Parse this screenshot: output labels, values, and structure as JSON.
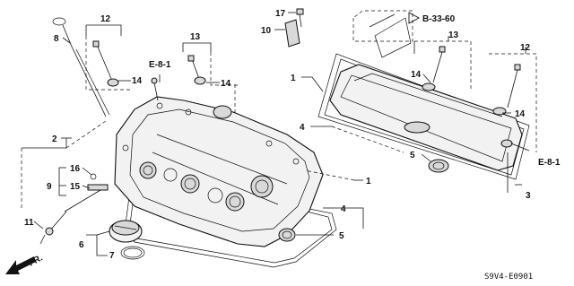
{
  "callouts": {
    "c1a": "1",
    "c1b": "1",
    "c2": "2",
    "c3": "3",
    "c4a": "4",
    "c4b": "4",
    "c5a": "5",
    "c5b": "5",
    "c6": "6",
    "c7": "7",
    "c8": "8",
    "c9": "9",
    "c10": "10",
    "c11": "11",
    "c12a": "12",
    "c12b": "12",
    "c13a": "13",
    "c13b": "13",
    "c14a": "14",
    "c14b": "14",
    "c14c": "14",
    "c14d": "14",
    "c15": "15",
    "c16": "16",
    "c17": "17"
  },
  "references": {
    "e81_left": "E-8-1",
    "e81_right": "E-8-1",
    "b3360": "B-33-60"
  },
  "direction": {
    "label": "FR."
  },
  "diagram_code": "S9V4-E0901"
}
